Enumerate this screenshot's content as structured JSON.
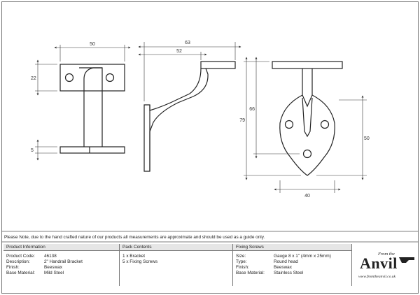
{
  "dimensions": {
    "front_width": "50",
    "front_plate_height": "22",
    "front_base_height": "5",
    "side_overall_width": "63",
    "side_inner_width": "52",
    "side_height_66": "66",
    "side_height_79": "79",
    "rear_height": "50",
    "rear_width": "40"
  },
  "note": "Please Note, due to the hand crafted nature of our products all measurements are approximate and should be used as a guide only.",
  "product_information": {
    "heading": "Product Information",
    "rows": [
      {
        "label": "Product Code:",
        "value": "46138"
      },
      {
        "label": "Description:",
        "value": "2\" Handrail Bracket"
      },
      {
        "label": "Finish:",
        "value": "Beeswax"
      },
      {
        "label": "Base Material:",
        "value": "Mild Steel"
      }
    ]
  },
  "pack_contents": {
    "heading": "Pack Contents",
    "rows": [
      {
        "label": "1 x Bracket"
      },
      {
        "label": "5 x Fixing Screws"
      }
    ]
  },
  "fixing_screws": {
    "heading": "Fixing Screws",
    "rows": [
      {
        "label": "Size:",
        "value": "Gauge 8 x 1\" (4mm x 25mm)"
      },
      {
        "label": "Type:",
        "value": "Round head"
      },
      {
        "label": "Finish:",
        "value": "Beeswax"
      },
      {
        "label": "Base Material:",
        "value": "Stainless Steel"
      }
    ]
  },
  "logo": {
    "from_text": "From the",
    "brand": "Anvil",
    "url": "www.fromtheanvil.co.uk"
  }
}
